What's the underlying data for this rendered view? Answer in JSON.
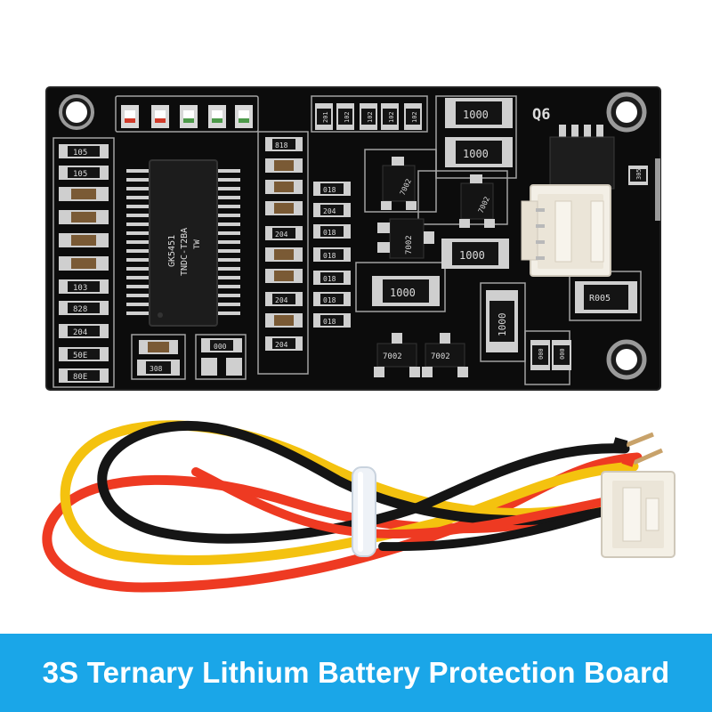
{
  "caption": {
    "text": "3S Ternary Lithium Battery Protection Board"
  },
  "board": {
    "marking_q6": "Q6",
    "chip_lines": [
      "GK5451",
      "TNDC-T2BA",
      "TW"
    ],
    "resistors_large": [
      "1000",
      "1000",
      "1000",
      "1000",
      "1000",
      "R005"
    ],
    "resistors_top": [
      "201",
      "102",
      "102",
      "102",
      "102"
    ],
    "left_column": [
      "105",
      "105",
      "103",
      "828",
      "204",
      "50E",
      "80E"
    ],
    "middle_column": [
      "818",
      "018",
      "204",
      "204",
      "018",
      "018",
      "204",
      "018",
      "018",
      "204",
      "018"
    ],
    "mosfets": [
      "7002",
      "7002",
      "7002",
      "7002",
      "7002"
    ],
    "misc": [
      "308",
      "000",
      "305",
      "000",
      "000"
    ]
  },
  "colors": {
    "pcb": "#0c0c0c",
    "silkscreen": "#d8d8d8",
    "pad": "#c9c9c9",
    "banner": "#1aa6e8",
    "wire_red": "#ee3a22",
    "wire_yellow": "#f4c20f",
    "wire_black": "#151515"
  }
}
